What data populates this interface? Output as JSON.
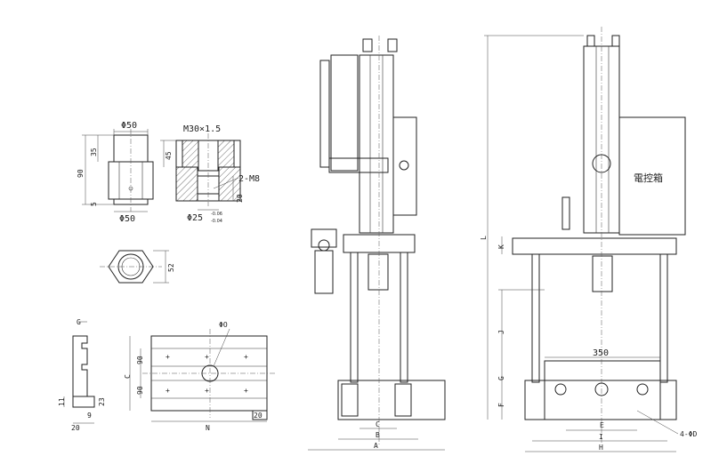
{
  "front_dimensions": {
    "diameter_top": "Φ50",
    "thread": "M30×1.5",
    "height_35": "35",
    "height_90": "90",
    "height_45": "45",
    "small_5": "5",
    "small_20": "20",
    "diameter_bottom": "Φ50",
    "tol_diameter": "Φ25",
    "tol_upper": "-0.06",
    "tol_lower": "-0.04",
    "hole_callout": "2-M8",
    "hex_width": "52"
  },
  "table_dimensions": {
    "g": "G",
    "dim_11": "11",
    "dim_23": "23",
    "dim_9": "9",
    "dim_20": "20",
    "phi_o": "ΦO",
    "dim_90a": "90",
    "dim_90b": "90",
    "c": "C",
    "n": "N",
    "dim_20b": "20"
  },
  "side_dimensions": {
    "c": "C",
    "b": "B",
    "a": "A"
  },
  "front_view": {
    "control_box": "電控箱",
    "l": "L",
    "k": "K",
    "j": "J",
    "g": "G",
    "f": "F",
    "width_350": "350",
    "e": "E",
    "i": "I",
    "h": "H",
    "holes": "4-ΦD"
  }
}
